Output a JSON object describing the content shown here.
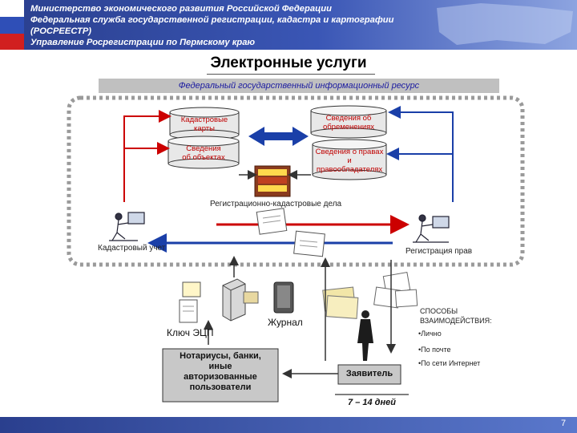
{
  "header": {
    "lines": [
      "Министерство экономического развития Российской Федерации",
      "Федеральная служба государственной регистрации, кадастра и картографии",
      "(РОСРЕЕСТР)",
      "Управление Росрегистрации по Пермскому краю"
    ]
  },
  "title": "Электронные услуги",
  "federal_resource": "Федеральный государственный информационный ресурс",
  "databases": {
    "cadastral_maps": [
      "Кадастровые",
      "карты"
    ],
    "encumbrances": [
      "Сведения об",
      "обременениях"
    ],
    "objects": [
      "Сведения",
      "об объектах"
    ],
    "rights": [
      "Сведения о правах",
      "и",
      "правообладателях"
    ]
  },
  "registration_files": "Регистрационно-кадастровые дела",
  "cadastral_account": "Кадастровый учет",
  "rights_registration": "Регистрация прав",
  "journal": "Журнал",
  "ecp_key": "Ключ ЭЦП",
  "notaries": [
    "Нотариусы, банки,",
    "иные",
    "авторизованные",
    "пользователи"
  ],
  "applicant": "Заявитель",
  "duration": "7 – 14 дней",
  "ways": {
    "title": [
      "СПОСОБЫ",
      "ВЗАИМОДЕЙСТВИЯ:"
    ],
    "items": [
      "•Лично",
      "•По почте",
      "•По сети Интернет"
    ]
  },
  "page_number": "7",
  "colors": {
    "red": "#cc0000",
    "blue": "#1a3fa8",
    "header": "#2a3f8e"
  }
}
